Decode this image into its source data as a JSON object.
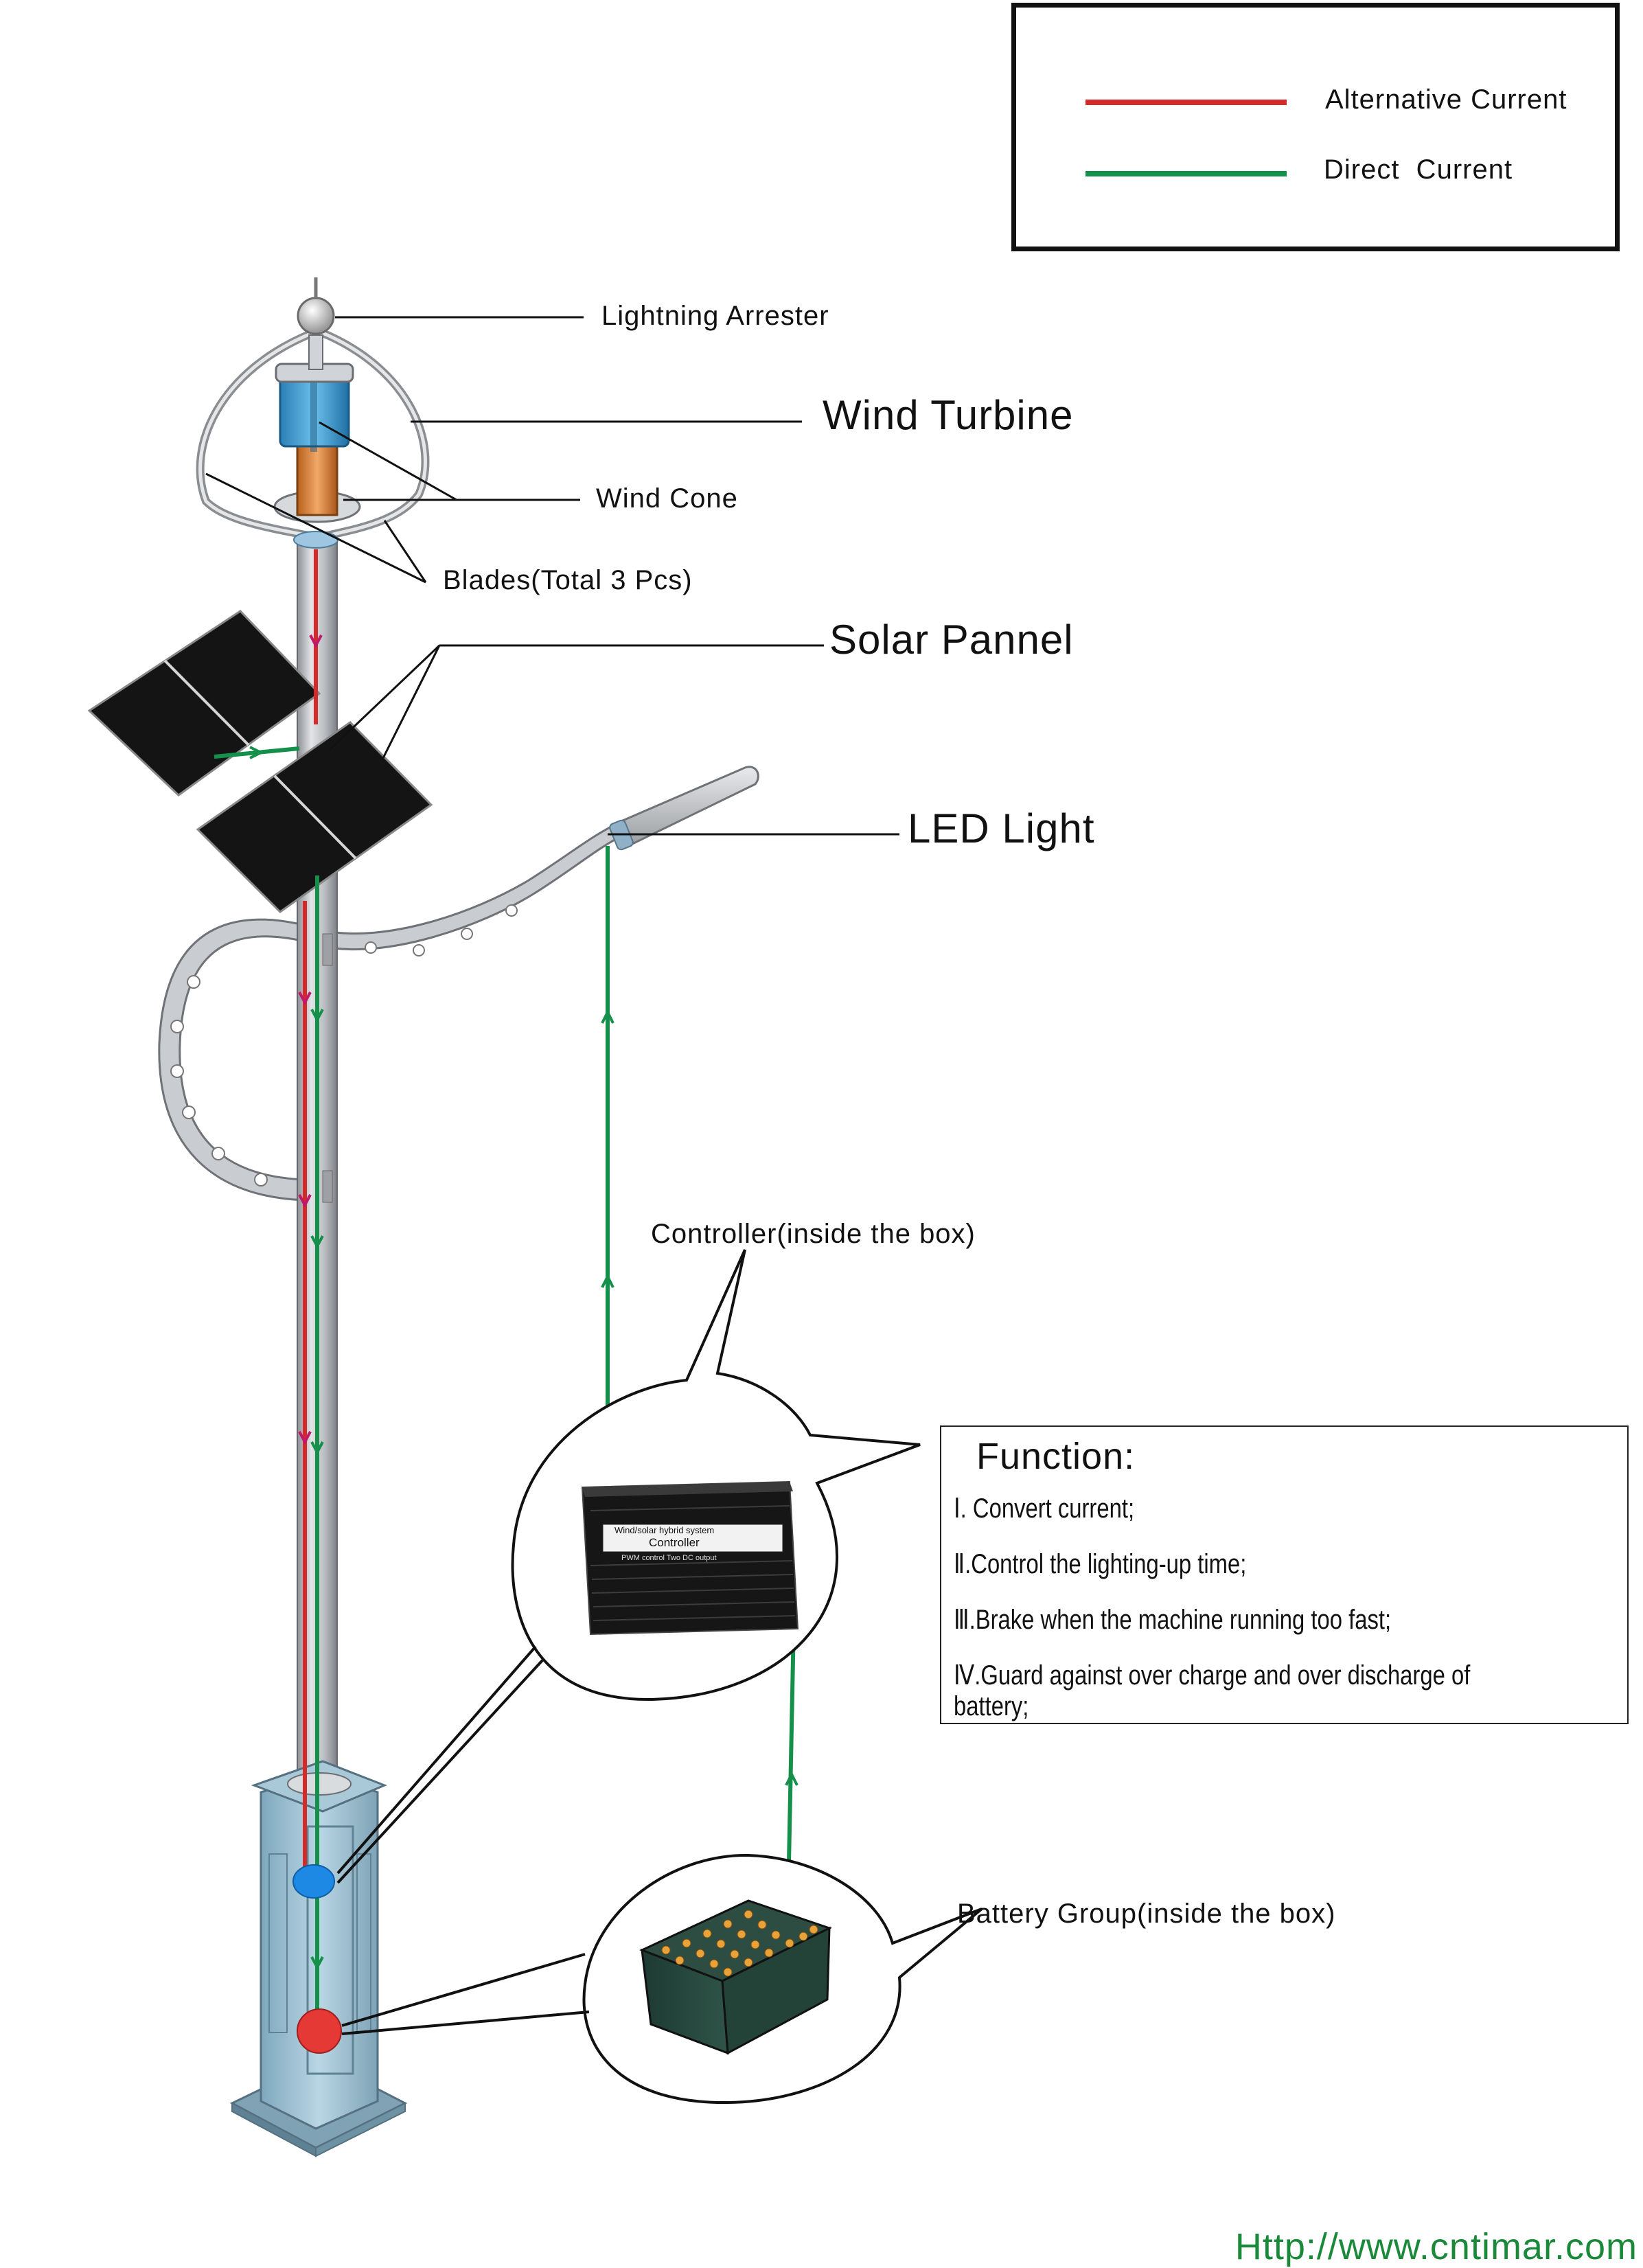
{
  "legend": {
    "ac_label": "Alternative Current",
    "dc_label": "Direct  Current",
    "ac_color": "#d42a2a",
    "dc_color": "#15904a"
  },
  "labels": {
    "lightning_arrester": "Lightning Arrester",
    "wind_turbine": "Wind Turbine",
    "wind_cone": "Wind Cone",
    "blades": "Blades(Total 3 Pcs)",
    "solar_panel": "Solar Pannel",
    "led_light": "LED Light",
    "controller": "Controller(inside the box)",
    "battery": "Battery Group(inside the box)"
  },
  "controller_device": {
    "line1": "Wind/solar hybrid system",
    "line2": "Controller",
    "line3": "PWM control    Two DC output"
  },
  "function": {
    "title": "Function:",
    "items": [
      "Ⅰ. Convert current;",
      "Ⅱ.Control the lighting-up time;",
      "Ⅲ.Brake when the machine running too fast;",
      "Ⅳ.Guard against over charge and over discharge of battery;"
    ]
  },
  "website": "Http://www.cntimar.com"
}
